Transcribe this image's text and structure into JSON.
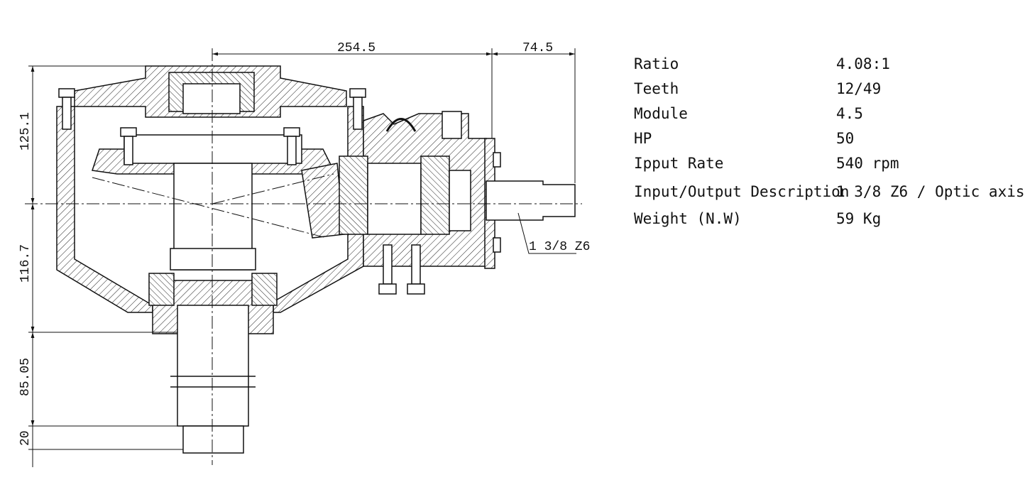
{
  "drawing": {
    "dimensions": {
      "width_main": "254.5",
      "width_shaft": "74.5",
      "height_upper": "125.1",
      "height_lower": "116.7",
      "shaft_length": "85.05",
      "shaft_end": "20",
      "spline_callout": "1 3/8 Z6"
    }
  },
  "specs": [
    {
      "label": "Ratio",
      "value": "4.08:1"
    },
    {
      "label": "Teeth",
      "value": "12/49"
    },
    {
      "label": "Module",
      "value": "4.5"
    },
    {
      "label": "HP",
      "value": "50"
    },
    {
      "label": "Ipput Rate",
      "value": "540 rpm"
    },
    {
      "label": "Input/Output Description",
      "value": "1 3/8 Z6 / Optic axis"
    },
    {
      "label": "Weight (N.W)",
      "value": "59 Kg"
    }
  ],
  "colors": {
    "line": "#111111",
    "background": "#ffffff"
  }
}
